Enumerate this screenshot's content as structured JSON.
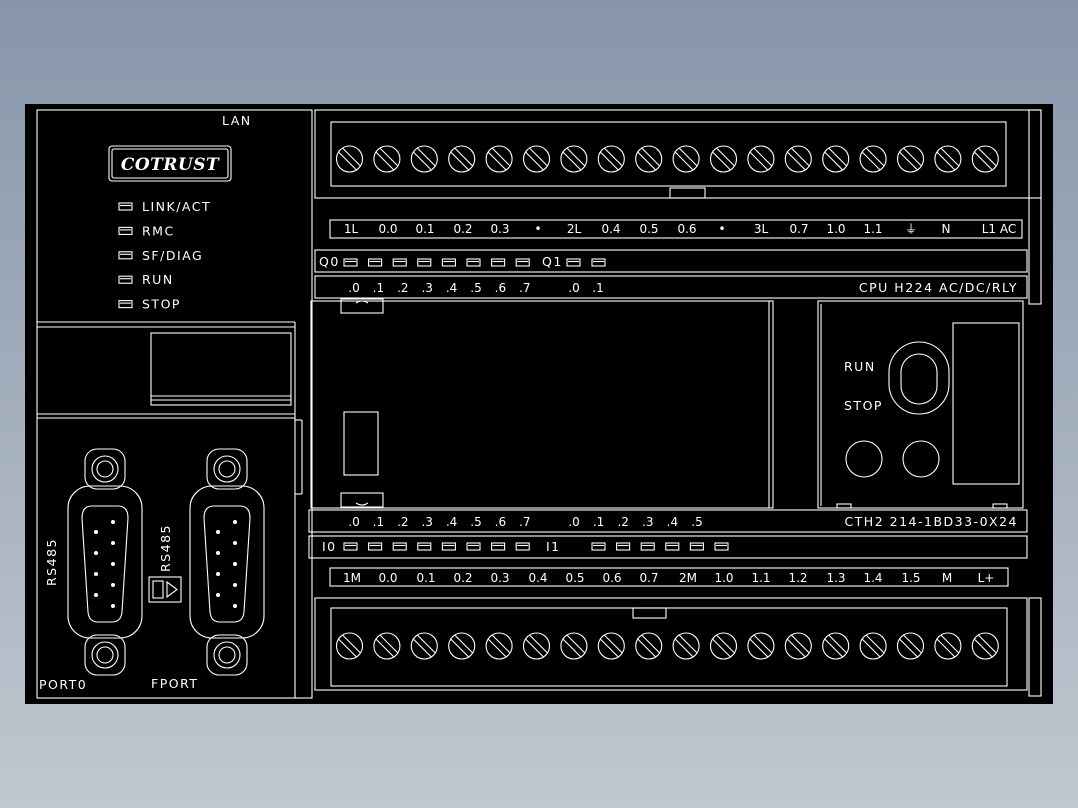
{
  "colors": {
    "background": "#000000",
    "line": "#ffffff",
    "page_top": "#8796aa",
    "page_bottom": "#c1c7d0"
  },
  "module": {
    "lan_label": "LAN",
    "brand_logo": "COTRUST",
    "model": "CPU H224 AC/DC/RLY",
    "order_number": "CTH2  214-1BD33-0X24"
  },
  "status_leds": [
    {
      "label": "LINK/ACT"
    },
    {
      "label": "RMC"
    },
    {
      "label": "SF/DIAG"
    },
    {
      "label": "RUN"
    },
    {
      "label": "STOP"
    }
  ],
  "ports": {
    "port0_label": "PORT0",
    "fport_label": "FPORT",
    "rs485_left": "RS485",
    "rs485_right": "RS485"
  },
  "switch": {
    "run_label": "RUN",
    "stop_label": "STOP"
  },
  "top_terminal_labels": [
    "1L",
    "0.0",
    "0.1",
    "0.2",
    "0.3",
    "•",
    "2L",
    "0.4",
    "0.5",
    "0.6",
    "•",
    "3L",
    "0.7",
    "1.0",
    "1.1",
    "⏚",
    "N",
    "L1 AC"
  ],
  "bottom_terminal_labels": [
    "1M",
    "0.0",
    "0.1",
    "0.2",
    "0.3",
    "0.4",
    "0.5",
    "0.6",
    "0.7",
    "2M",
    "1.0",
    "1.1",
    "1.2",
    "1.3",
    "1.4",
    "1.5",
    "M",
    "L+"
  ],
  "output_leds": {
    "group0_label": "Q0",
    "group0_bits": [
      ".0",
      ".1",
      ".2",
      ".3",
      ".4",
      ".5",
      ".6",
      ".7"
    ],
    "group1_label": "Q1",
    "group1_bits": [
      ".0",
      ".1"
    ]
  },
  "input_leds": {
    "group0_label": "I0",
    "group0_bits": [
      ".0",
      ".1",
      ".2",
      ".3",
      ".4",
      ".5",
      ".6",
      ".7"
    ],
    "group1_label": "I1",
    "group1_bits": [
      ".0",
      ".1",
      ".2",
      ".3",
      ".4",
      ".5"
    ]
  }
}
